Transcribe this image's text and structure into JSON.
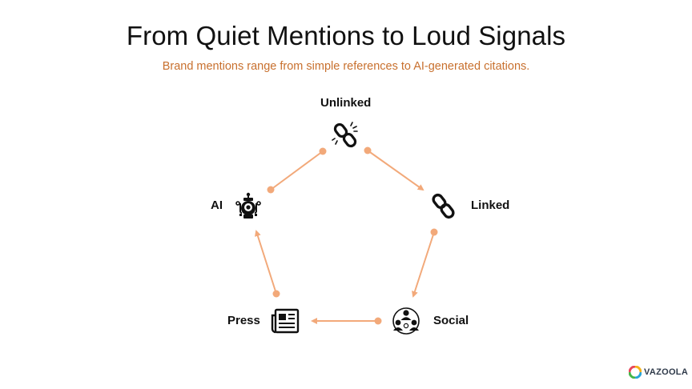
{
  "header": {
    "title": "From Quiet Mentions to Loud Signals",
    "subtitle": "Brand mentions range from simple references to AI-generated citations."
  },
  "nodes": {
    "unlinked": {
      "label": "Unlinked",
      "icon": "broken-chain-icon"
    },
    "linked": {
      "label": "Linked",
      "icon": "chain-link-icon"
    },
    "social": {
      "label": "Social",
      "icon": "people-network-icon"
    },
    "press": {
      "label": "Press",
      "icon": "newspaper-icon"
    },
    "ai": {
      "label": "AI",
      "icon": "robot-icon"
    }
  },
  "cycle_order": [
    "Unlinked",
    "Linked",
    "Social",
    "Press",
    "AI"
  ],
  "colors": {
    "accent": "#c8702e",
    "arrow": "#f2a97a",
    "text": "#111111"
  },
  "brand": {
    "name": "VAZOOLA"
  }
}
